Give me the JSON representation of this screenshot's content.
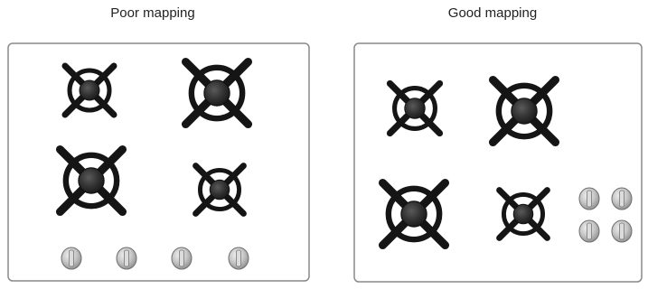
{
  "panels": [
    {
      "caption": "Poor mapping",
      "burners": 4,
      "knobs": 4,
      "knob_arrangement": "row"
    },
    {
      "caption": "Good mapping",
      "burners": 4,
      "knobs": 4,
      "knob_arrangement": "2x2 grid"
    }
  ],
  "colors": {
    "panel_border": "#8a8a8a",
    "grate": "#151515",
    "burner_cap": "#303030",
    "knob": "#bdbdbd"
  },
  "icons": {
    "burner": "gas-burner-icon",
    "knob": "control-knob-icon"
  }
}
